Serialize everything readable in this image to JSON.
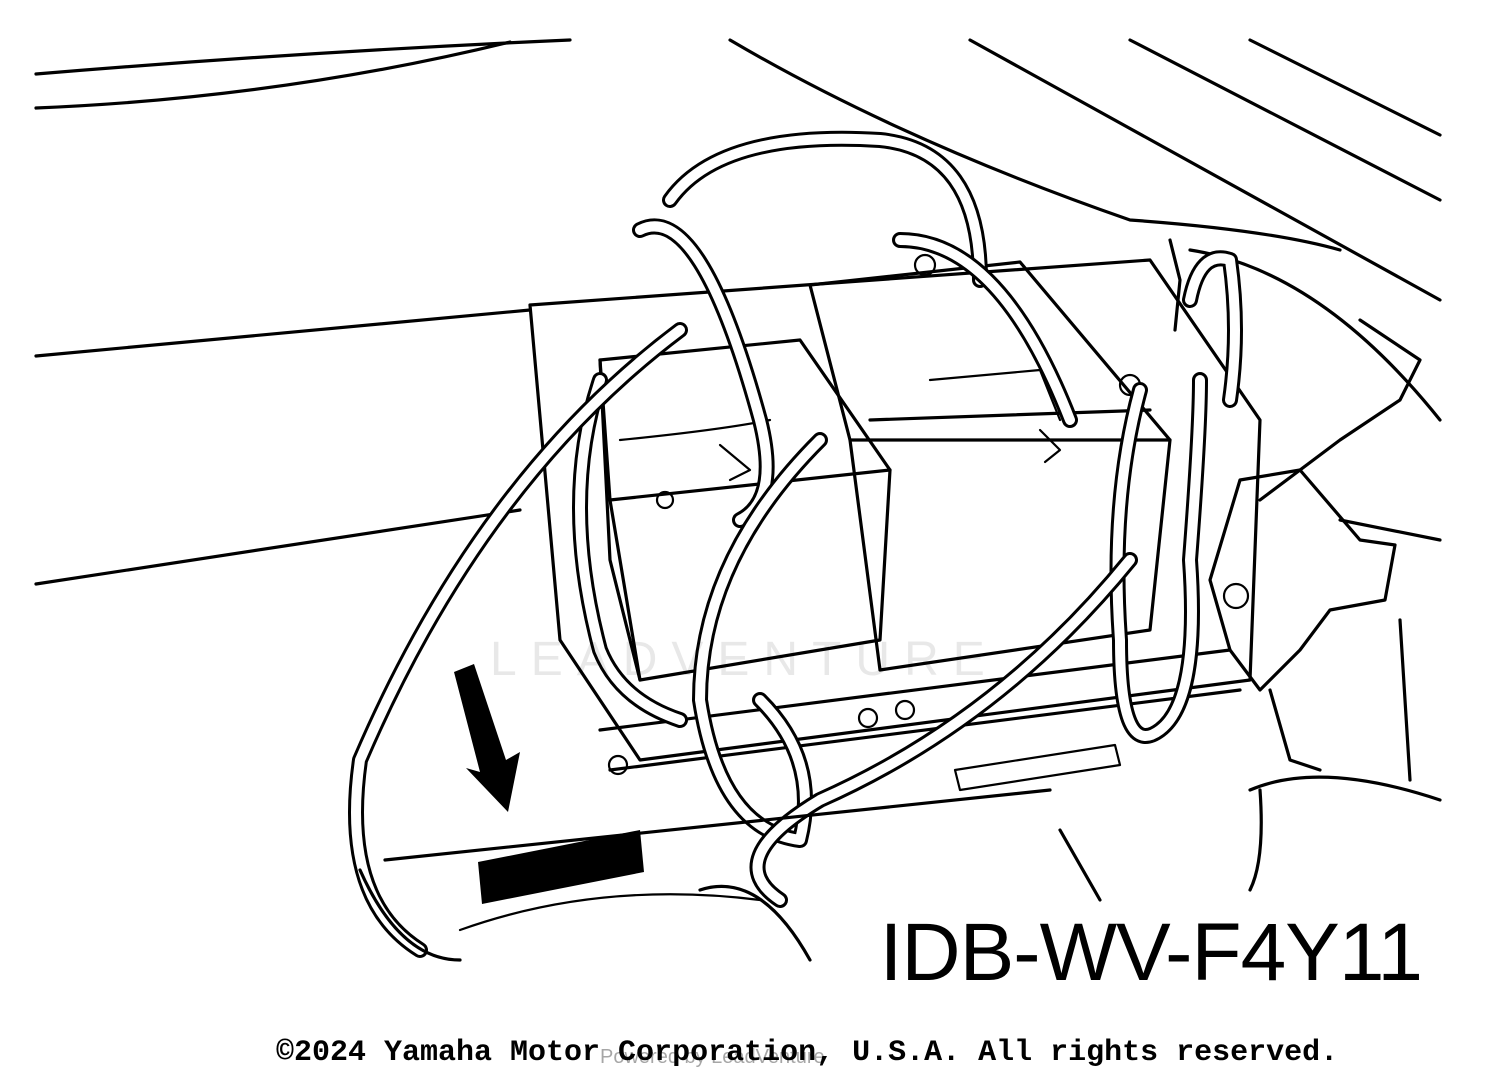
{
  "figure": {
    "part_code": "IDB-WV-F4Y11",
    "copyright": "©2024 Yamaha Motor Corporation, U.S.A. All rights reserved.",
    "watermark": "LEADVENTURE",
    "watermark_secondary": "Powered by LeadVenture"
  },
  "colors": {
    "ink": "#000000",
    "paper": "#ffffff"
  }
}
